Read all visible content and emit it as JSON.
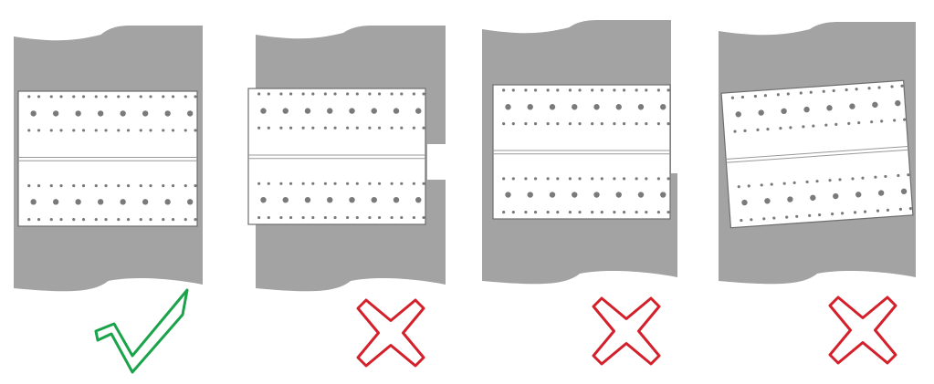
{
  "colors": {
    "beam": "#a3a3a3",
    "plate": "#ffffff",
    "plate_edge": "#6e6e6e",
    "hole": "#7a7a7a",
    "correct": "#1aa34a",
    "incorrect": "#d4202a"
  },
  "panels": [
    {
      "verdict": "correct",
      "icon": "check-mark-icon",
      "issue": "none"
    },
    {
      "verdict": "incorrect",
      "icon": "cross-mark-icon",
      "issue": "plate-offset-sideways"
    },
    {
      "verdict": "incorrect",
      "icon": "cross-mark-icon",
      "issue": "plate-offset-vertically"
    },
    {
      "verdict": "incorrect",
      "icon": "cross-mark-icon",
      "issue": "plate-rotated"
    }
  ]
}
